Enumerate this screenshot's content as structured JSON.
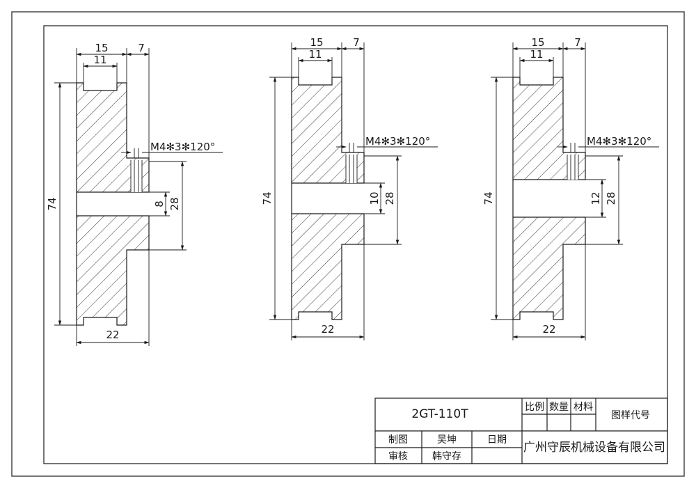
{
  "views": [
    {
      "id": "view-1",
      "width": "22",
      "height": "74",
      "hub_width": "15",
      "groove_width": "11",
      "flange_width": "7",
      "bore": "8",
      "hub_height": "28",
      "screw": "M4✻3✻120°"
    },
    {
      "id": "view-2",
      "width": "22",
      "height": "74",
      "hub_width": "15",
      "groove_width": "11",
      "flange_width": "7",
      "bore": "10",
      "hub_height": "28",
      "screw": "M4✻3✻120°"
    },
    {
      "id": "view-3",
      "width": "22",
      "height": "74",
      "hub_width": "15",
      "groove_width": "11",
      "flange_width": "7",
      "bore": "12",
      "hub_height": "28",
      "screw": "M4✻3✻120°"
    }
  ],
  "title_block": {
    "part_name": "2GT-110T",
    "scale_label": "比例",
    "qty_label": "数量",
    "material_label": "材料",
    "drawing_code_label": "图样代号",
    "drawn_label": "制图",
    "drawn_by": "吴坤",
    "date_label": "日期",
    "checked_label": "审核",
    "checked_by": "韩守存",
    "company": "广州守辰机械设备有限公司"
  },
  "colors": {
    "ink": "#1a1a1a",
    "paper": "#ffffff"
  }
}
